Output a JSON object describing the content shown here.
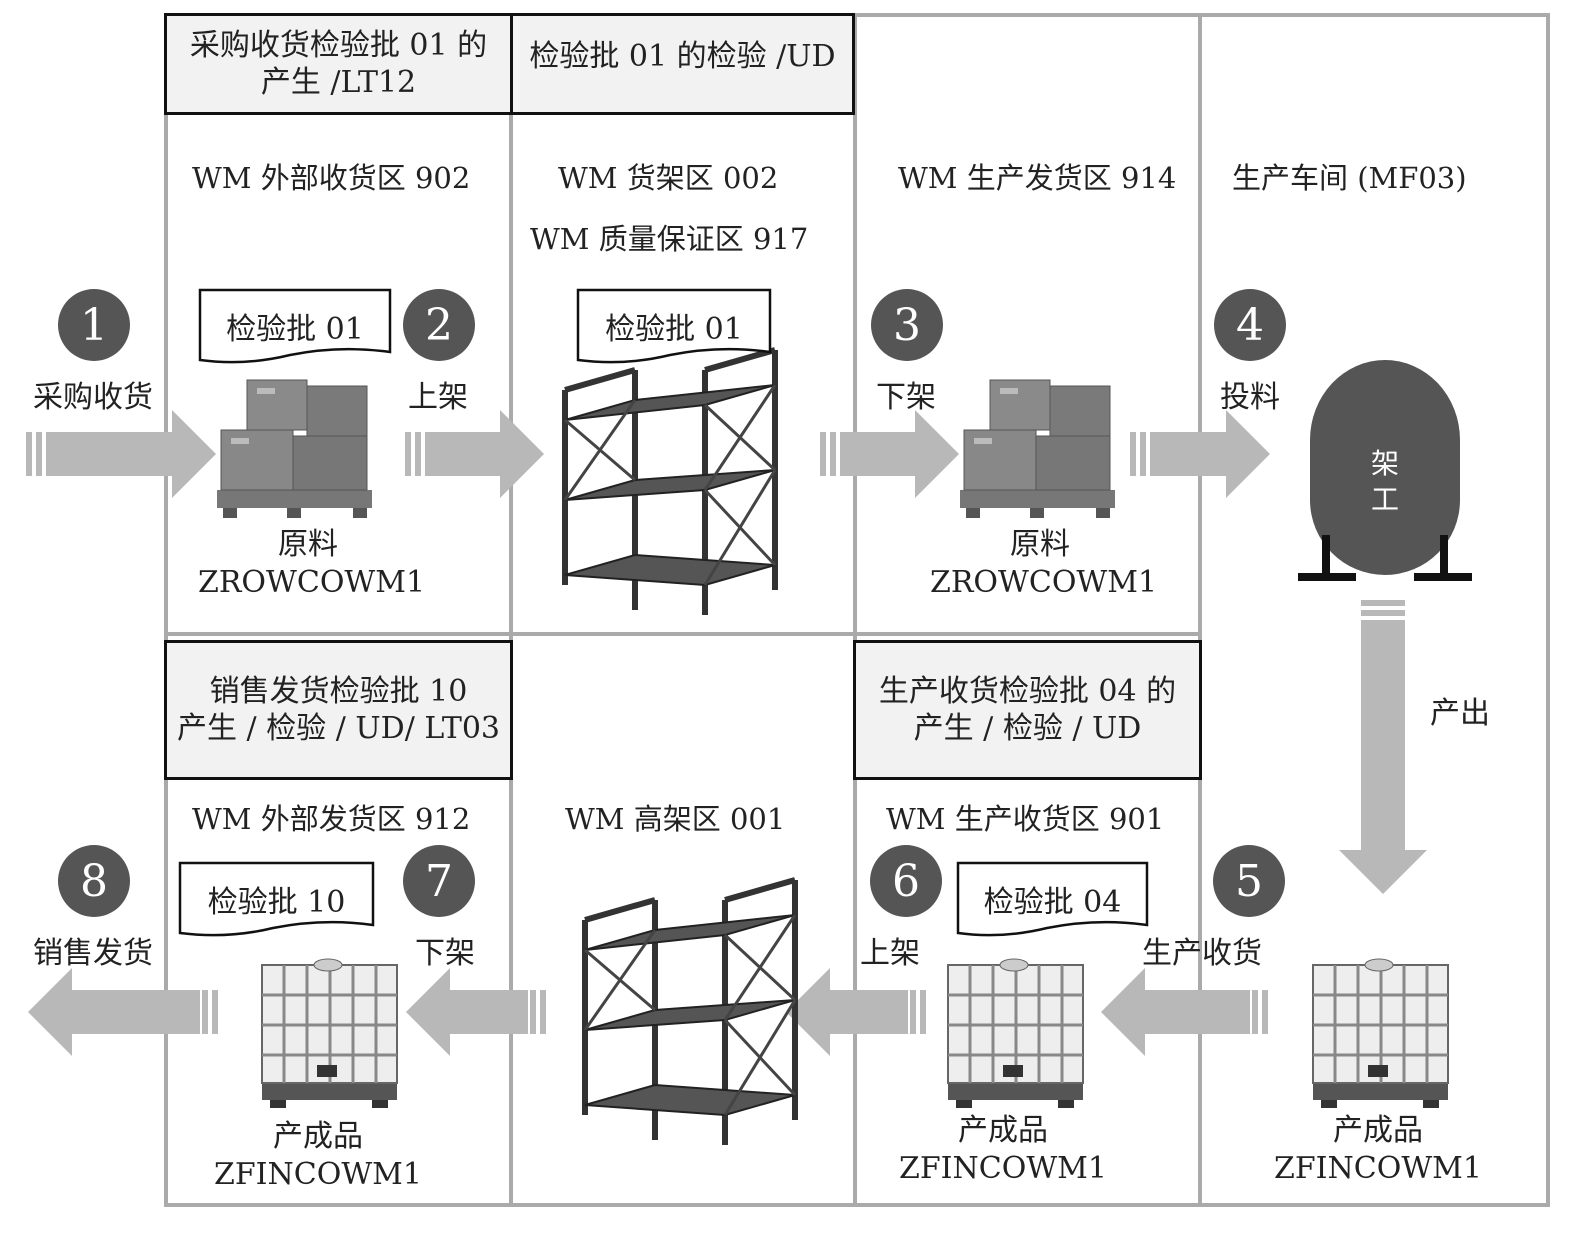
{
  "headers": {
    "h1": [
      "采购收货检验批 01 的",
      "产生 /LT12"
    ],
    "h2": [
      "检验批 01 的检验 /UD"
    ],
    "h3": [
      "销售发货检验批 10",
      "产生 / 检验 / UD/ LT03"
    ],
    "h4": [
      "生产收货检验批 04 的",
      "产生 / 检验 / UD"
    ]
  },
  "zones": {
    "z902": "WM 外部收货区 902",
    "z002": "WM 货架区 002",
    "z917": "WM 质量保证区 917",
    "z914": "WM 生产发货区 914",
    "zmf03": "生产车间 (MF03)",
    "z912": "WM 外部发货区 912",
    "z001": "WM 高架区 001",
    "z901": "WM 生产收货区 901"
  },
  "steps": [
    {
      "num": "1",
      "label": "采购收货"
    },
    {
      "num": "2",
      "label": "上架"
    },
    {
      "num": "3",
      "label": "下架"
    },
    {
      "num": "4",
      "label": "投料"
    },
    {
      "num": "5",
      "label": "生产收货"
    },
    {
      "num": "6",
      "label": "上架"
    },
    {
      "num": "7",
      "label": "下架"
    },
    {
      "num": "8",
      "label": "销售发货"
    }
  ],
  "output_label": "产出",
  "docs": {
    "d1": "检验批 01",
    "d2": "检验批 01",
    "d3": "检验批 10",
    "d4": "检验批 04"
  },
  "materials": {
    "raw1": {
      "name": "原料",
      "code": "ZROWCOWM1"
    },
    "raw2": {
      "name": "原料",
      "code": "ZROWCOWM1"
    },
    "fin1": {
      "name": "产成品",
      "code": "ZFINCOWM1"
    },
    "fin2": {
      "name": "产成品",
      "code": "ZFINCOWM1"
    },
    "fin3": {
      "name": "产成品",
      "code": "ZFINCOWM1"
    }
  },
  "vessel": {
    "line1": "架",
    "line2": "工"
  },
  "colors": {
    "arrow": "#b8b8b8",
    "circle": "#555555",
    "grid": "#aaaaaa",
    "box_bg": "#f2f2f2"
  }
}
